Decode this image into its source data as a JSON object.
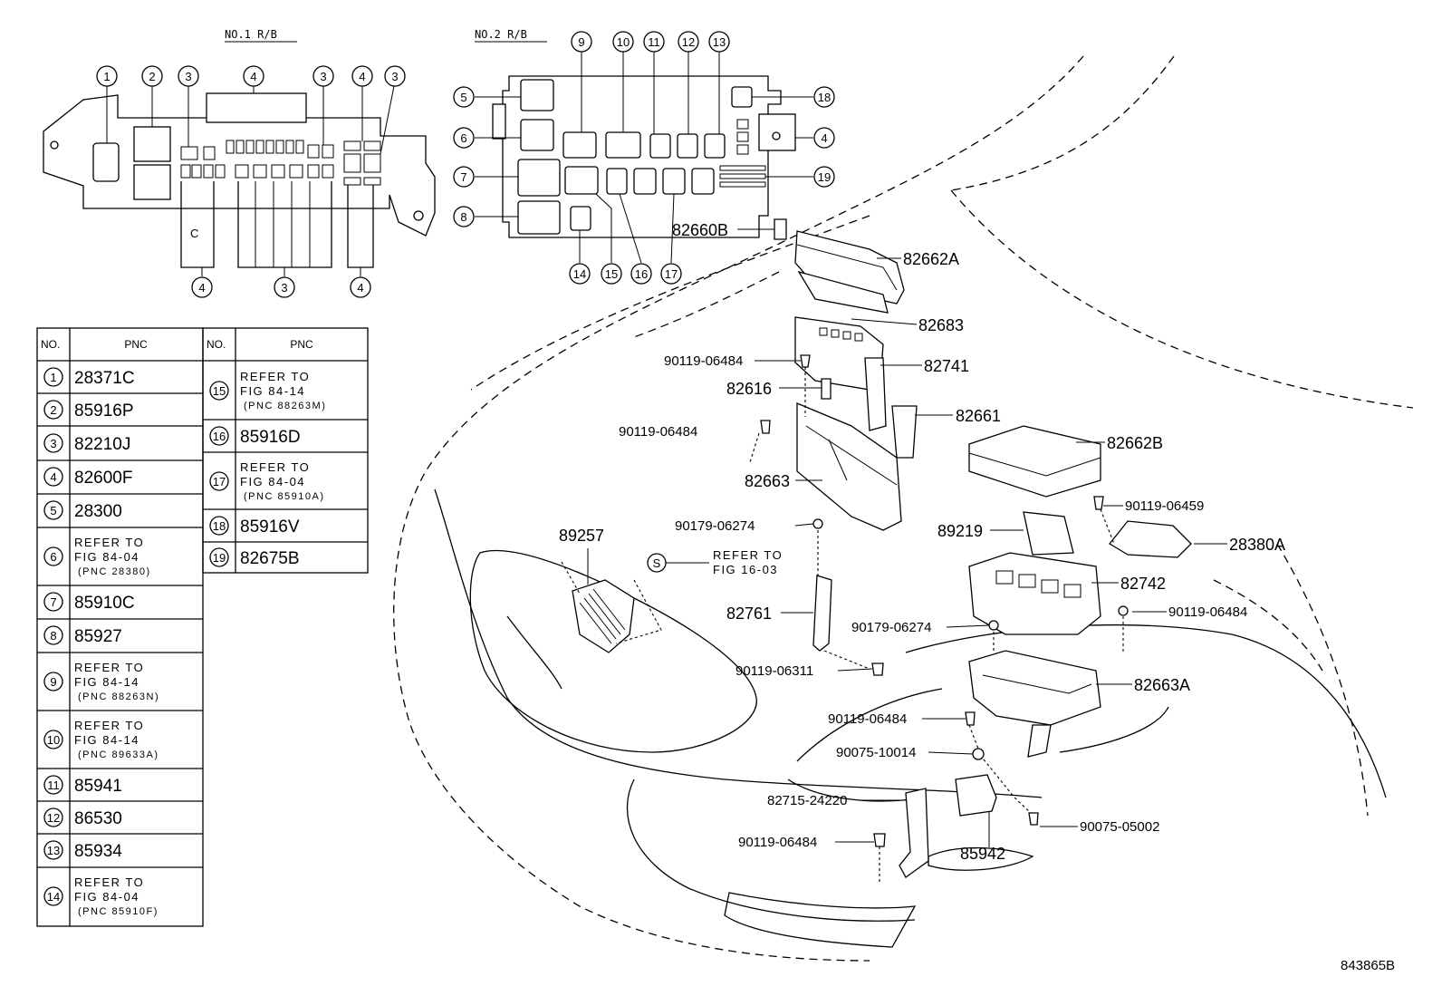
{
  "relay_block_1": {
    "title": "NO.1 R/B",
    "callouts": [
      "1",
      "2",
      "3",
      "4",
      "3",
      "4",
      "3",
      "4",
      "3",
      "4"
    ]
  },
  "relay_block_2": {
    "title": "NO.2 R/B",
    "callouts": [
      "9",
      "10",
      "11",
      "12",
      "13",
      "5",
      "6",
      "7",
      "8",
      "18",
      "4",
      "19",
      "14",
      "15",
      "16",
      "17"
    ]
  },
  "table_left": {
    "headers": [
      "NO.",
      "PNC"
    ],
    "rows": [
      {
        "no": "1",
        "pnc": [
          "28371C"
        ]
      },
      {
        "no": "2",
        "pnc": [
          "85916P"
        ]
      },
      {
        "no": "3",
        "pnc": [
          "82210J"
        ]
      },
      {
        "no": "4",
        "pnc": [
          "82600F"
        ]
      },
      {
        "no": "5",
        "pnc": [
          "28300"
        ]
      },
      {
        "no": "6",
        "pnc": [
          "REFER TO",
          "FIG 84-04",
          "(PNC 28380)"
        ]
      },
      {
        "no": "7",
        "pnc": [
          "85910C"
        ]
      },
      {
        "no": "8",
        "pnc": [
          "85927"
        ]
      },
      {
        "no": "9",
        "pnc": [
          "REFER TO",
          "FIG 84-14",
          "(PNC 88263N)"
        ]
      },
      {
        "no": "10",
        "pnc": [
          "REFER TO",
          "FIG 84-14",
          "(PNC 89633A)"
        ]
      },
      {
        "no": "11",
        "pnc": [
          "85941"
        ]
      },
      {
        "no": "12",
        "pnc": [
          "86530"
        ]
      },
      {
        "no": "13",
        "pnc": [
          "85934"
        ]
      },
      {
        "no": "14",
        "pnc": [
          "REFER TO",
          "FIG 84-04",
          "(PNC 85910F)"
        ]
      }
    ]
  },
  "table_right": {
    "headers": [
      "NO.",
      "PNC"
    ],
    "rows": [
      {
        "no": "15",
        "pnc": [
          "REFER TO",
          "FIG 84-14",
          "(PNC 88263M)"
        ]
      },
      {
        "no": "16",
        "pnc": [
          "85916D"
        ]
      },
      {
        "no": "17",
        "pnc": [
          "REFER TO",
          "FIG 84-04",
          "(PNC 85910A)"
        ]
      },
      {
        "no": "18",
        "pnc": [
          "85916V"
        ]
      },
      {
        "no": "19",
        "pnc": [
          "82675B"
        ]
      }
    ]
  },
  "parts": {
    "p82662A": "82662A",
    "p82660B": "82660B",
    "p82683": "82683",
    "p90119_06484_a": "90119-06484",
    "p82741": "82741",
    "p82616": "82616",
    "p82661": "82661",
    "p90119_06484_b": "90119-06484",
    "p82662B": "82662B",
    "p82663": "82663",
    "p90119_06459": "90119-06459",
    "p89257": "89257",
    "s_symbol": "S",
    "s_refer_1": "REFER TO",
    "s_refer_2": "FIG 16-03",
    "p90179_06274_a": "90179-06274",
    "p89219": "89219",
    "p28380A": "28380A",
    "p82742": "82742",
    "p82761": "82761",
    "p90179_06274_b": "90179-06274",
    "p90119_06484_c": "90119-06484",
    "p90119_06311": "90119-06311",
    "p82663A": "82663A",
    "p90119_06484_d": "90119-06484",
    "p90075_10014": "90075-10014",
    "p82715_24220": "82715-24220",
    "p90075_05002": "90075-05002",
    "p90119_06484_e": "90119-06484",
    "p85942": "85942"
  },
  "figure_id": "843865B"
}
